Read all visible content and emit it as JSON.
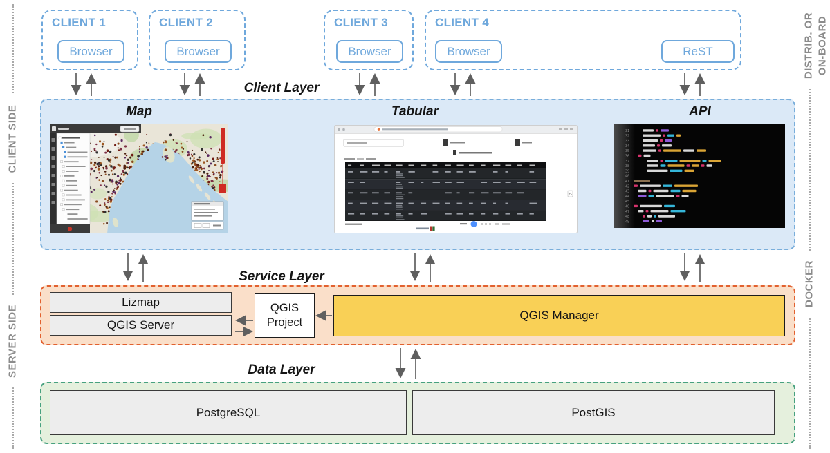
{
  "diagram": {
    "side_labels": {
      "left_top": "CLIENT SIDE",
      "left_bottom": "SERVER SIDE",
      "right_top_line1": "DISTRIB. OR",
      "right_top_line2": "ON-BOARD",
      "right_middle": "DOCKER"
    },
    "clients": [
      {
        "name": "CLIENT 1",
        "endpoints": [
          "Browser"
        ]
      },
      {
        "name": "CLIENT 2",
        "endpoints": [
          "Browser"
        ]
      },
      {
        "name": "CLIENT 3",
        "endpoints": [
          "Browser"
        ]
      },
      {
        "name": "CLIENT 4",
        "endpoints": [
          "Browser",
          "ReST"
        ]
      }
    ],
    "client_layer": {
      "title": "Client Layer",
      "panels": [
        {
          "label": "Map"
        },
        {
          "label": "Tabular"
        },
        {
          "label": "API"
        }
      ]
    },
    "service_layer": {
      "title": "Service Layer",
      "lizmap": "Lizmap",
      "qgis_server": "QGIS Server",
      "qgis_project": "QGIS Project",
      "qgis_manager": "QGIS Manager"
    },
    "data_layer": {
      "title": "Data Layer",
      "postgresql": "PostgreSQL",
      "postgis": "PostGIS"
    },
    "colors": {
      "client_accent": "#6fa8dc",
      "client_layer_fill": "#dbe9f7",
      "service_accent": "#e2612f",
      "service_layer_fill": "#fadfc9",
      "manager_fill": "#f9d056",
      "data_accent": "#47a17f",
      "data_layer_fill": "#e5f0dd",
      "component_fill": "#ededed",
      "arrow": "#5f5f5f"
    }
  }
}
